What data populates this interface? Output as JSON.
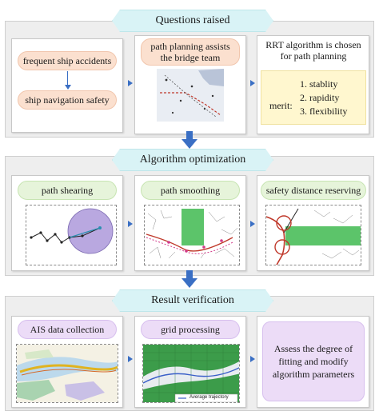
{
  "sections": [
    {
      "title": "Questions raised",
      "col1": {
        "box1": "frequent ship accidents",
        "box2": "ship navigation safety"
      },
      "col2": {
        "label": "path planning assists the bridge team"
      },
      "col3": {
        "label": "RRT algorithm is chosen for path planning",
        "merit_label": "merit:",
        "merits": [
          "1. stablity",
          "2. rapidity",
          "3. flexibility"
        ]
      }
    },
    {
      "title": "Algorithm optimization",
      "steps": [
        "path shearing",
        "path smoothing",
        "safety distance reserving"
      ]
    },
    {
      "title": "Result verification",
      "steps": [
        "AIS data collection",
        "grid processing"
      ],
      "final": "Assess the degree of fitting and modify algorithm parameters",
      "legend": "Average trajectory"
    }
  ],
  "colors": {
    "arrow": "#3a6fc4",
    "banner": "#d9f3f6",
    "peach": "#fbe0cf",
    "green": "#e6f4da",
    "lavender": "#ecdcf7",
    "yellow": "#fff7cf"
  }
}
